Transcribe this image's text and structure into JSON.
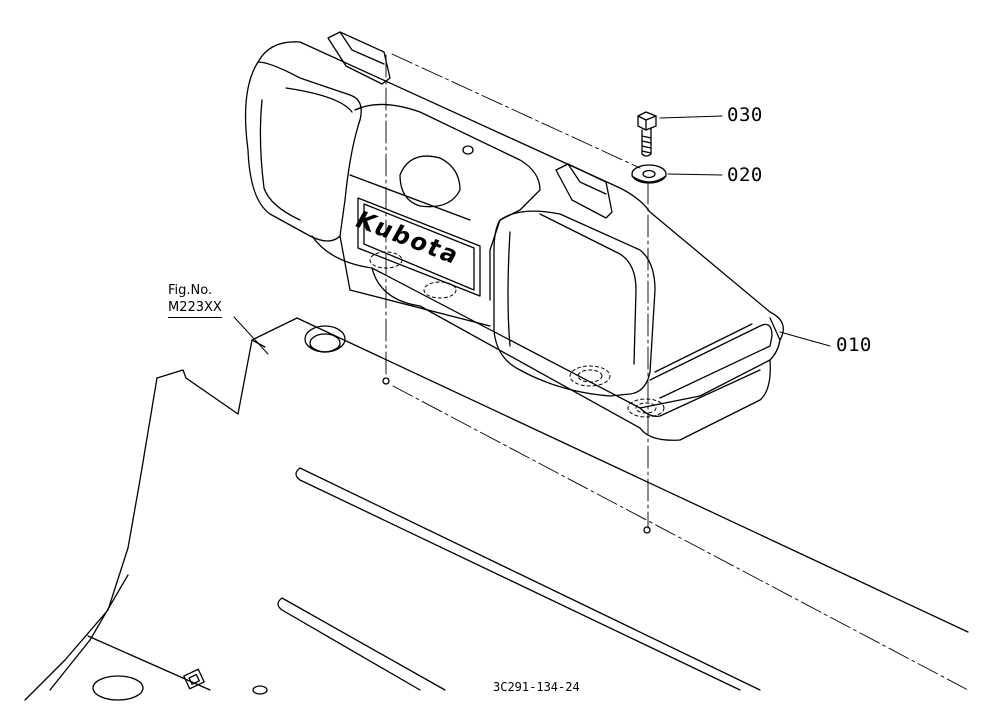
{
  "parts": [
    {
      "id": "030",
      "label": "030",
      "icon": "bolt-icon"
    },
    {
      "id": "020",
      "label": "020",
      "icon": "washer-icon"
    },
    {
      "id": "010",
      "label": "010",
      "icon": "toolbox-icon"
    }
  ],
  "figure_reference": {
    "title": "Fig.No.",
    "number": "M223XX"
  },
  "drawing_code": "3C291-134-24",
  "box_logo_text": "Kubota"
}
